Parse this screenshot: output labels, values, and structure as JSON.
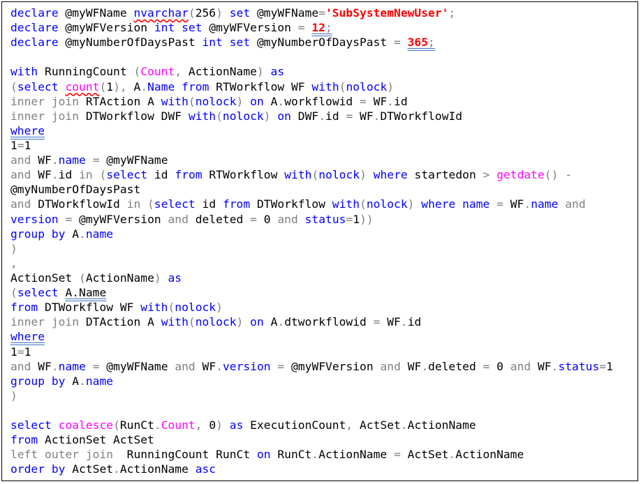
{
  "editor": {
    "language": "sql",
    "lines": [
      [
        [
          "k",
          "declare"
        ],
        [
          "t",
          " @myWFName "
        ],
        [
          "k",
          "nvarchar",
          "sq"
        ],
        [
          "o",
          "("
        ],
        [
          "t",
          "256"
        ],
        [
          "o",
          ")"
        ],
        [
          "t",
          " "
        ],
        [
          "k",
          "set"
        ],
        [
          "t",
          " @myWFName"
        ],
        [
          "o",
          "="
        ],
        [
          "s",
          "'SubSystemNewUser'"
        ],
        [
          "o",
          ";"
        ]
      ],
      [
        [
          "k",
          "declare"
        ],
        [
          "t",
          " @myWFVersion "
        ],
        [
          "k",
          "int"
        ],
        [
          "t",
          " "
        ],
        [
          "k",
          "set"
        ],
        [
          "t",
          " @myWFVersion "
        ],
        [
          "o",
          "="
        ],
        [
          "t",
          " "
        ],
        [
          "s",
          "12",
          "dq"
        ],
        [
          "o",
          ";",
          "dq"
        ]
      ],
      [
        [
          "k",
          "declare"
        ],
        [
          "t",
          " @myNumberOfDaysPast "
        ],
        [
          "k",
          "int"
        ],
        [
          "t",
          " "
        ],
        [
          "k",
          "set"
        ],
        [
          "t",
          " @myNumberOfDaysPast "
        ],
        [
          "o",
          "="
        ],
        [
          "t",
          " "
        ],
        [
          "s",
          "365",
          "dq"
        ],
        [
          "o",
          ";",
          "dq"
        ]
      ],
      [],
      [
        [
          "k",
          "with"
        ],
        [
          "t",
          " RunningCount "
        ],
        [
          "o",
          "("
        ],
        [
          "f",
          "Count"
        ],
        [
          "o",
          ","
        ],
        [
          "t",
          " ActionName"
        ],
        [
          "o",
          ")"
        ],
        [
          "t",
          " "
        ],
        [
          "k",
          "as"
        ]
      ],
      [
        [
          "o",
          "("
        ],
        [
          "k",
          "select"
        ],
        [
          "t",
          " "
        ],
        [
          "f",
          "count",
          "sq"
        ],
        [
          "o",
          "("
        ],
        [
          "t",
          "1"
        ],
        [
          "o",
          "),"
        ],
        [
          "t",
          " A"
        ],
        [
          "o",
          "."
        ],
        [
          "k",
          "Name"
        ],
        [
          "t",
          " "
        ],
        [
          "k",
          "from"
        ],
        [
          "t",
          " RTWorkflow WF "
        ],
        [
          "k",
          "with"
        ],
        [
          "o",
          "("
        ],
        [
          "k",
          "nolock"
        ],
        [
          "o",
          ")"
        ]
      ],
      [
        [
          "o",
          "inner"
        ],
        [
          "t",
          " "
        ],
        [
          "o",
          "join"
        ],
        [
          "t",
          " RTAction A "
        ],
        [
          "k",
          "with"
        ],
        [
          "o",
          "("
        ],
        [
          "k",
          "nolock"
        ],
        [
          "o",
          ")"
        ],
        [
          "t",
          " "
        ],
        [
          "k",
          "on"
        ],
        [
          "t",
          " A"
        ],
        [
          "o",
          "."
        ],
        [
          "t",
          "workflowid "
        ],
        [
          "o",
          "="
        ],
        [
          "t",
          " WF"
        ],
        [
          "o",
          "."
        ],
        [
          "t",
          "id"
        ]
      ],
      [
        [
          "o",
          "inner"
        ],
        [
          "t",
          " "
        ],
        [
          "o",
          "join"
        ],
        [
          "t",
          " DTWorkflow DWF "
        ],
        [
          "k",
          "with"
        ],
        [
          "o",
          "("
        ],
        [
          "k",
          "nolock"
        ],
        [
          "o",
          ")"
        ],
        [
          "t",
          " "
        ],
        [
          "k",
          "on"
        ],
        [
          "t",
          " DWF"
        ],
        [
          "o",
          "."
        ],
        [
          "t",
          "id "
        ],
        [
          "o",
          "="
        ],
        [
          "t",
          " WF"
        ],
        [
          "o",
          "."
        ],
        [
          "t",
          "DTWorkflowId"
        ]
      ],
      [
        [
          "k",
          "where",
          "dq"
        ]
      ],
      [
        [
          "t",
          "1"
        ],
        [
          "o",
          "="
        ],
        [
          "t",
          "1"
        ]
      ],
      [
        [
          "o",
          "and"
        ],
        [
          "t",
          " WF"
        ],
        [
          "o",
          "."
        ],
        [
          "k",
          "name"
        ],
        [
          "t",
          " "
        ],
        [
          "o",
          "="
        ],
        [
          "t",
          " @myWFName"
        ]
      ],
      [
        [
          "o",
          "and"
        ],
        [
          "t",
          " WF"
        ],
        [
          "o",
          "."
        ],
        [
          "t",
          "id "
        ],
        [
          "o",
          "in"
        ],
        [
          "t",
          " "
        ],
        [
          "o",
          "("
        ],
        [
          "k",
          "select"
        ],
        [
          "t",
          " id "
        ],
        [
          "k",
          "from"
        ],
        [
          "t",
          " RTWorkflow "
        ],
        [
          "k",
          "with"
        ],
        [
          "o",
          "("
        ],
        [
          "k",
          "nolock"
        ],
        [
          "o",
          ")"
        ],
        [
          "t",
          " "
        ],
        [
          "k",
          "where"
        ],
        [
          "t",
          " startedon "
        ],
        [
          "o",
          ">"
        ],
        [
          "t",
          " "
        ],
        [
          "f",
          "getdate"
        ],
        [
          "o",
          "()"
        ],
        [
          "t",
          " "
        ],
        [
          "o",
          "-"
        ]
      ],
      [
        [
          "t",
          "@myNumberOfDaysPast"
        ]
      ],
      [
        [
          "o",
          "and"
        ],
        [
          "t",
          " DTWorkflowId "
        ],
        [
          "o",
          "in"
        ],
        [
          "t",
          " "
        ],
        [
          "o",
          "("
        ],
        [
          "k",
          "select"
        ],
        [
          "t",
          " id "
        ],
        [
          "k",
          "from"
        ],
        [
          "t",
          " DTWorkflow "
        ],
        [
          "k",
          "with"
        ],
        [
          "o",
          "("
        ],
        [
          "k",
          "nolock"
        ],
        [
          "o",
          ")"
        ],
        [
          "t",
          " "
        ],
        [
          "k",
          "where"
        ],
        [
          "t",
          " "
        ],
        [
          "k",
          "name"
        ],
        [
          "t",
          " "
        ],
        [
          "o",
          "="
        ],
        [
          "t",
          " WF"
        ],
        [
          "o",
          "."
        ],
        [
          "k",
          "name"
        ],
        [
          "t",
          " "
        ],
        [
          "o",
          "and"
        ]
      ],
      [
        [
          "k",
          "version"
        ],
        [
          "t",
          " "
        ],
        [
          "o",
          "="
        ],
        [
          "t",
          " @myWFVersion "
        ],
        [
          "o",
          "and"
        ],
        [
          "t",
          " deleted "
        ],
        [
          "o",
          "="
        ],
        [
          "t",
          " 0 "
        ],
        [
          "o",
          "and"
        ],
        [
          "t",
          " "
        ],
        [
          "k",
          "status"
        ],
        [
          "o",
          "="
        ],
        [
          "t",
          "1"
        ],
        [
          "o",
          "))"
        ]
      ],
      [
        [
          "k",
          "group"
        ],
        [
          "t",
          " "
        ],
        [
          "k",
          "by"
        ],
        [
          "t",
          " A"
        ],
        [
          "o",
          "."
        ],
        [
          "k",
          "name"
        ]
      ],
      [
        [
          "o",
          ")"
        ]
      ],
      [
        [
          "o",
          ","
        ]
      ],
      [
        [
          "t",
          "ActionSet "
        ],
        [
          "o",
          "("
        ],
        [
          "t",
          "ActionName"
        ],
        [
          "o",
          ")"
        ],
        [
          "t",
          " "
        ],
        [
          "k",
          "as"
        ]
      ],
      [
        [
          "o",
          "("
        ],
        [
          "k",
          "select"
        ],
        [
          "t",
          " "
        ],
        [
          "t",
          "A.Name",
          "dq"
        ]
      ],
      [
        [
          "k",
          "from"
        ],
        [
          "t",
          " DTWorkflow WF "
        ],
        [
          "k",
          "with"
        ],
        [
          "o",
          "("
        ],
        [
          "k",
          "nolock"
        ],
        [
          "o",
          ")"
        ]
      ],
      [
        [
          "o",
          "inner"
        ],
        [
          "t",
          " "
        ],
        [
          "o",
          "join"
        ],
        [
          "t",
          " DTAction A "
        ],
        [
          "k",
          "with"
        ],
        [
          "o",
          "("
        ],
        [
          "k",
          "nolock"
        ],
        [
          "o",
          ")"
        ],
        [
          "t",
          " "
        ],
        [
          "k",
          "on"
        ],
        [
          "t",
          " A"
        ],
        [
          "o",
          "."
        ],
        [
          "t",
          "dtworkflowid "
        ],
        [
          "o",
          "="
        ],
        [
          "t",
          " WF"
        ],
        [
          "o",
          "."
        ],
        [
          "t",
          "id"
        ]
      ],
      [
        [
          "k",
          "where",
          "dq"
        ]
      ],
      [
        [
          "t",
          "1"
        ],
        [
          "o",
          "="
        ],
        [
          "t",
          "1"
        ]
      ],
      [
        [
          "o",
          "and"
        ],
        [
          "t",
          " WF"
        ],
        [
          "o",
          "."
        ],
        [
          "k",
          "name"
        ],
        [
          "t",
          " "
        ],
        [
          "o",
          "="
        ],
        [
          "t",
          " @myWFName "
        ],
        [
          "o",
          "and"
        ],
        [
          "t",
          " WF"
        ],
        [
          "o",
          "."
        ],
        [
          "k",
          "version"
        ],
        [
          "t",
          " "
        ],
        [
          "o",
          "="
        ],
        [
          "t",
          " @myWFVersion "
        ],
        [
          "o",
          "and"
        ],
        [
          "t",
          " WF"
        ],
        [
          "o",
          "."
        ],
        [
          "t",
          "deleted "
        ],
        [
          "o",
          "="
        ],
        [
          "t",
          " 0 "
        ],
        [
          "o",
          "and"
        ],
        [
          "t",
          " WF"
        ],
        [
          "o",
          "."
        ],
        [
          "k",
          "status"
        ],
        [
          "o",
          "="
        ],
        [
          "t",
          "1"
        ]
      ],
      [
        [
          "k",
          "group"
        ],
        [
          "t",
          " "
        ],
        [
          "k",
          "by"
        ],
        [
          "t",
          " A"
        ],
        [
          "o",
          "."
        ],
        [
          "k",
          "name"
        ]
      ],
      [
        [
          "o",
          ")"
        ]
      ],
      [],
      [
        [
          "k",
          "select"
        ],
        [
          "t",
          " "
        ],
        [
          "f",
          "coalesce"
        ],
        [
          "o",
          "("
        ],
        [
          "t",
          "RunCt"
        ],
        [
          "o",
          "."
        ],
        [
          "f",
          "Count"
        ],
        [
          "o",
          ","
        ],
        [
          "t",
          " 0"
        ],
        [
          "o",
          ")"
        ],
        [
          "t",
          " "
        ],
        [
          "k",
          "as"
        ],
        [
          "t",
          " ExecutionCount"
        ],
        [
          "o",
          ","
        ],
        [
          "t",
          " ActSet"
        ],
        [
          "o",
          "."
        ],
        [
          "t",
          "ActionName"
        ]
      ],
      [
        [
          "k",
          "from"
        ],
        [
          "t",
          " ActionSet ActSet"
        ]
      ],
      [
        [
          "o",
          "left"
        ],
        [
          "t",
          " "
        ],
        [
          "o",
          "outer"
        ],
        [
          "t",
          " "
        ],
        [
          "o",
          "join"
        ],
        [
          "t",
          "  RunningCount RunCt "
        ],
        [
          "k",
          "on"
        ],
        [
          "t",
          " RunCt"
        ],
        [
          "o",
          "."
        ],
        [
          "t",
          "ActionName "
        ],
        [
          "o",
          "="
        ],
        [
          "t",
          " ActSet"
        ],
        [
          "o",
          "."
        ],
        [
          "t",
          "ActionName"
        ]
      ],
      [
        [
          "k",
          "order"
        ],
        [
          "t",
          " "
        ],
        [
          "k",
          "by"
        ],
        [
          "t",
          " ActSet"
        ],
        [
          "o",
          "."
        ],
        [
          "t",
          "ActionName "
        ],
        [
          "k",
          "asc"
        ]
      ]
    ]
  },
  "colors": {
    "keyword": "#0000ff",
    "operator": "#808080",
    "string": "#ff0000",
    "function": "#ff00ff",
    "text": "#000000"
  }
}
